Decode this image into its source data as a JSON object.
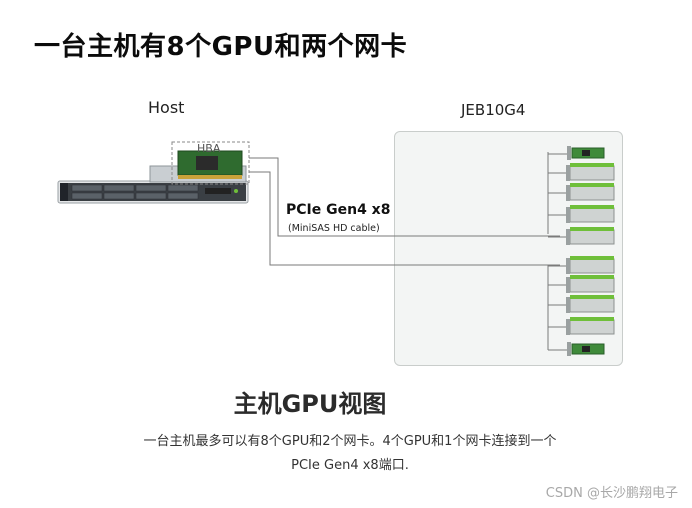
{
  "title": "一台主机有8个GPU和两个网卡",
  "host_label": "Host",
  "hba_label": "HBA",
  "jeb_label": "JEB10G4",
  "connection": {
    "label": "PCIe Gen4 x8",
    "sublabel": "(MiniSAS HD cable)"
  },
  "subtitle": "主机GPU视图",
  "description": {
    "line1": "一台主机最多可以有8个GPU和2个网卡。4个GPU和1个网卡连接到一个",
    "line2": "PCIe Gen4 x8端口."
  },
  "watermark": "CSDN @长沙鹏翔电子",
  "colors": {
    "panel": "#f3f5f4",
    "gpu_green": "#6fbf3a",
    "gpu_silver": "#cfd3d2",
    "nic_green": "#3f8a3a",
    "line": "#7a7a7a"
  },
  "jeb_slots": [
    {
      "type": "nic"
    },
    {
      "type": "gpu"
    },
    {
      "type": "gpu"
    },
    {
      "type": "gpu"
    },
    {
      "type": "gpu"
    },
    {
      "type": "gpu"
    },
    {
      "type": "gpu"
    },
    {
      "type": "gpu"
    },
    {
      "type": "gpu"
    },
    {
      "type": "nic"
    }
  ]
}
